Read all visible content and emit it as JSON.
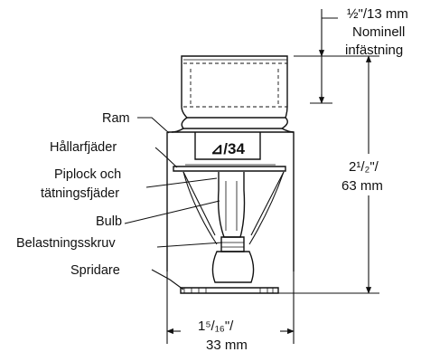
{
  "labels": {
    "ram": "Ram",
    "hallarfjader": "Hållarfjäder",
    "piplock_1": "Piplock och",
    "piplock_2": "tätningsfjäder",
    "bulb": "Bulb",
    "belastningsskruv": "Belastningsskruv",
    "spridare": "Spridare"
  },
  "dimensions": {
    "top_1": "½\"/13 mm",
    "top_2": "Nominell",
    "top_3": "infästning",
    "height_1": "2¹/₂\"/",
    "height_2": "63 mm",
    "width_1": "1⁵/₁₆\"/",
    "width_2": "33 mm"
  },
  "frame_marking": "⊿/34"
}
